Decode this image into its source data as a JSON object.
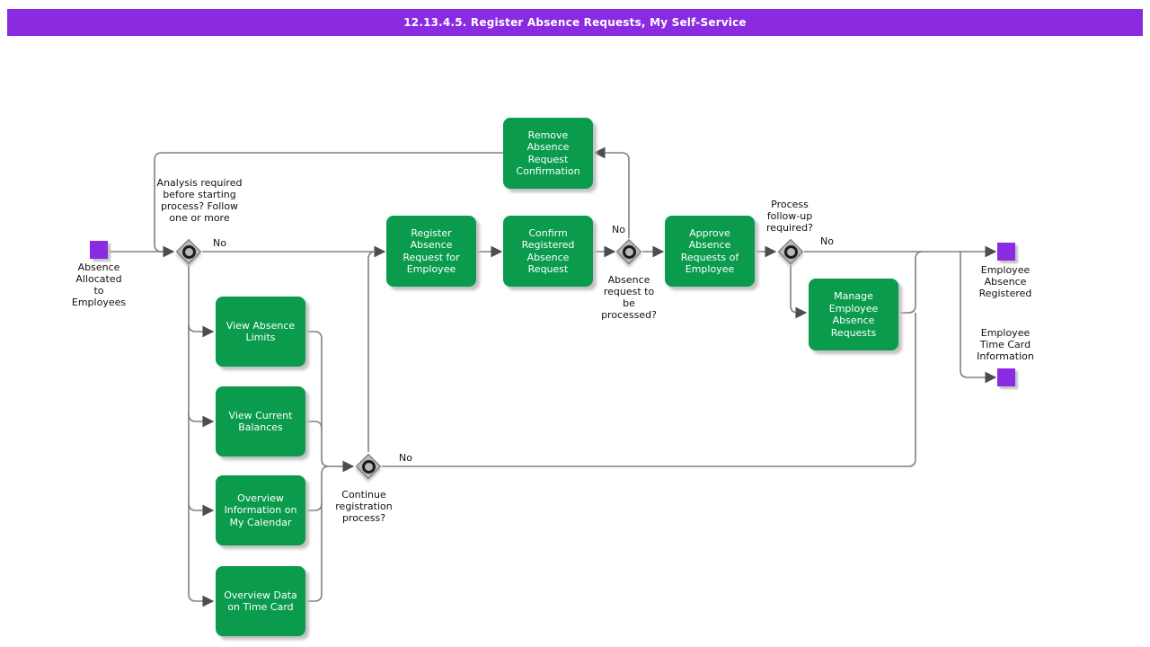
{
  "header": {
    "title": "12.13.4.5. Register Absence Requests, My Self-Service"
  },
  "colors": {
    "header_bar": "#8A2BE2",
    "activity_green": "#0A9B4C",
    "event_purple": "#8A2BE2",
    "connector_gray": "#808080",
    "gateway_gray": "#B8B8B8"
  },
  "events": {
    "start": {
      "label": "Absence\nAllocated\nto\nEmployees"
    },
    "end_registered": {
      "label": "Employee\nAbsence\nRegistered"
    },
    "end_timecard": {
      "label": "Employee\nTime Card\nInformation"
    }
  },
  "activities": {
    "remove": {
      "label": "Remove\nAbsence\nRequest\nConfirmation"
    },
    "register": {
      "label": "Register\nAbsence\nRequest for\nEmployee"
    },
    "confirm": {
      "label": "Confirm\nRegistered\nAbsence\nRequest"
    },
    "approve": {
      "label": "Approve\nAbsence\nRequests of\nEmployee"
    },
    "manage": {
      "label": "Manage\nEmployee\nAbsence\nRequests"
    },
    "view_limits": {
      "label": "View Absence\nLimits"
    },
    "view_balances": {
      "label": "View Current\nBalances"
    },
    "overview_calendar": {
      "label": "Overview\nInformation on\nMy Calendar"
    },
    "overview_timecard": {
      "label": "Overview Data\non Time Card"
    }
  },
  "gateways": {
    "analysis": {
      "question": "Analysis required\nbefore starting\nprocess? Follow\none or more",
      "branch_label": "No"
    },
    "processed": {
      "question": "Absence\nrequest to\nbe\nprocessed?",
      "branch_label": "No"
    },
    "followup": {
      "question": "Process\nfollow-up\nrequired?",
      "branch_label": "No"
    },
    "continue_registration": {
      "question": "Continue\nregistration\nprocess?",
      "branch_label": "No"
    }
  }
}
